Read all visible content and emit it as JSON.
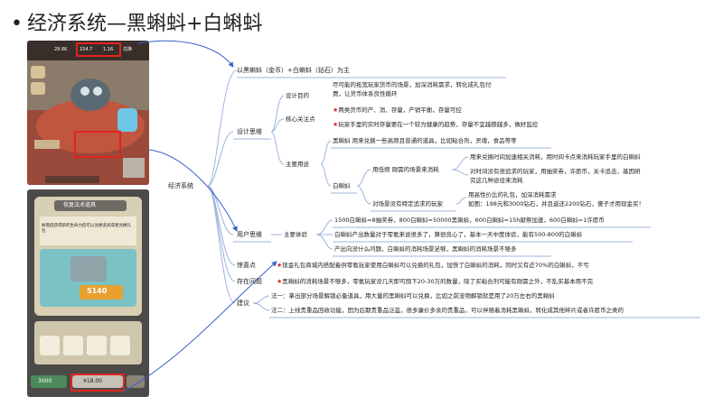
{
  "slide": {
    "bullet": "•",
    "title": "经济系统—黑蝌蚪+白蝌蚪"
  },
  "game_top": {
    "hud_values": [
      "29.6K",
      "154.7",
      "1.16"
    ],
    "hud_button": "兑换"
  },
  "game_bottom": {
    "panel_title": "恢复法术道具",
    "panel_desc": "掉落后获得新的生命力后可以兑换道具或者兑换礼包",
    "price": "5140",
    "bottom_left_value": "3000",
    "bottom_right_value": "¥18.00"
  },
  "mindmap": {
    "root": "经济系统",
    "top_note": "以黑蝌蚪（金币）+白蝌蚪（钻石）为主",
    "design": {
      "label": "设计思维",
      "purpose_label": "设计目的",
      "purpose_text_1": "尽可能的拓宽玩家货币的场景，加深消耗需求，转化成礼包付",
      "purpose_text_2": "费，让货币体系良性循环",
      "core_label": "核心关注点",
      "core_1": "两类货币的产、消、存量，产销平衡，存量可控",
      "core_2": "玩家手里的实时存量要在一个较为健康的趋势，存量不宜越攒越多，做好监控",
      "use_label": "主要用途",
      "black_use": "黑蝌蚪 用来兑换一些高频且普通的道具，比如粘合剂，灵魂，食品等等",
      "white_label": "白蝌蚪",
      "low_freq": "用低频 刚需的场景来消耗",
      "low_freq_1": "用来兑换时间加速相关消耗，用时间卡点来消耗玩家手里的白蝌蚪",
      "low_freq_2": "对时间没有很追求的玩家，用抽奖券，许愿币，关卡追击，基因研",
      "low_freq_3": "究这几种途径来消耗",
      "special_label": "对场景没有特定追求的玩家",
      "special_1": "用高性价比的礼包，加深消耗需求",
      "special_2": "如图：198元和3000钻石，并且返还2200钻石，傻子才用现金买！"
    },
    "user": {
      "label": "用户思维",
      "exp_label": "主要体验",
      "exp_1": "1500白蝌蚪=8抽奖券，800白蝌蚪=50000黑蝌蚪，600白蝌蚪=15h献祭加速，600白蝌蚪=1许愿币",
      "exp_2": "白蝌蚪产出数量对于零氪来说很多了，算很良心了，基本一天中度体验，能有500-800的白蝌蚪",
      "exp_3": "产出向没什么问题，白蝌蚪的消耗场景足够，黑蝌蚪的消耗场景不够多"
    },
    "highlight": {
      "label": "惊喜点",
      "text": "现金礼包商城内搭配着供零氪玩家使用白蝌蚪可以兑换的礼包，加快了白蝌蚪的消耗，同时又有近70%的白蝌蚪，不亏"
    },
    "problem": {
      "label": "存在问题",
      "text": "黑蝌蚪的消耗场景不够多，零氪玩家没几天即可囤下20-30万的数量，除了买粘合剂可能有刚需之外，不乱买基本用不完"
    },
    "suggest": {
      "label": "建议",
      "s1": "法一：拿出部分场景解锁必备道具，用大量的黑蝌蚪可以兑换，比如之前宠物解锁就是用了20万左右的黑蝌蚪",
      "s2": "法二：上线贵重品回收功能，因为后期贵重品泛滥，很多廉价多余的贵重品，可以伴随着消耗黑蝌蚪，转化成其他碎片或者许愿币之类的"
    }
  },
  "colors": {
    "mindmap_line": "#9cb4dc",
    "annotation_red": "#e0241e",
    "arrow_blue": "#3a5fc8",
    "panel_orange": "#e8a030"
  }
}
